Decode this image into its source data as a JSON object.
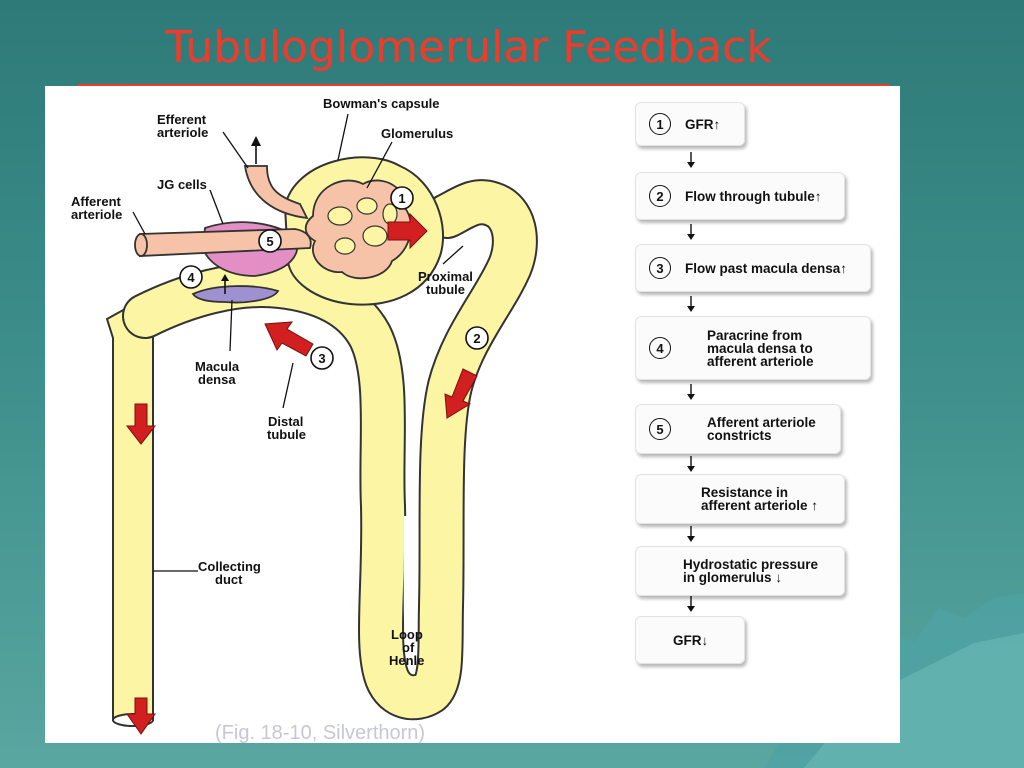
{
  "slide": {
    "title": "Tubuloglomerular Feedback",
    "caption": "(Fig. 18-10, Silverthorn)"
  },
  "diagram": {
    "labels": {
      "bowmans_capsule": "Bowman's capsule",
      "glomerulus": "Glomerulus",
      "efferent_1": "Efferent",
      "efferent_2": "arteriole",
      "jg_cells": "JG cells",
      "afferent_1": "Afferent",
      "afferent_2": "arteriole",
      "proximal_1": "Proximal",
      "proximal_2": "tubule",
      "macula_1": "Macula",
      "macula_2": "densa",
      "distal_1": "Distal",
      "distal_2": "tubule",
      "collecting_1": "Collecting",
      "collecting_2": "duct",
      "loop_1": "Loop",
      "loop_2": "of",
      "loop_3": "Henle"
    },
    "markers": [
      "1",
      "2",
      "3",
      "4",
      "5"
    ]
  },
  "flowchart": {
    "steps": [
      {
        "num": "1",
        "line1": "GFR↑",
        "line2": ""
      },
      {
        "num": "2",
        "line1": "Flow through tubule↑",
        "line2": ""
      },
      {
        "num": "3",
        "line1": "Flow past macula densa↑",
        "line2": ""
      },
      {
        "num": "4",
        "line1": "Paracrine from",
        "line2": "macula densa to",
        "line3": "afferent arteriole"
      },
      {
        "num": "5",
        "line1": "Afferent arteriole",
        "line2": "constricts"
      },
      {
        "num": "",
        "line1": "Resistance in",
        "line2": "afferent arteriole ↑"
      },
      {
        "num": "",
        "line1": "Hydrostatic pressure",
        "line2": "in glomerulus ↓"
      },
      {
        "num": "",
        "line1": "GFR↓",
        "line2": ""
      }
    ]
  },
  "colors": {
    "tubule": "#fbf5a4",
    "tubule_outline": "#333333",
    "glomerulus": "#f6c2a8",
    "jg_cells": "#e38ec4",
    "macula_densa": "#9f90cf",
    "flow_arrow": "#d21f1f",
    "title": "#ee3b2b"
  }
}
